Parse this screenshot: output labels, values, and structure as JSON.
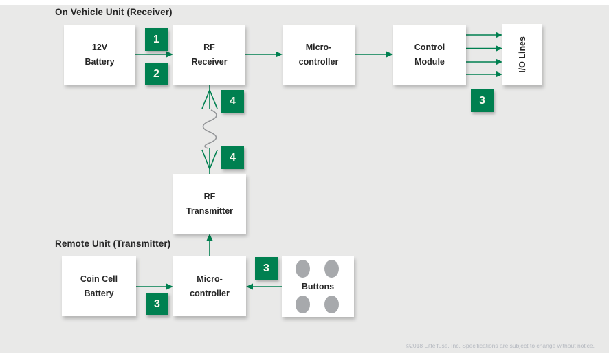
{
  "sections": {
    "receiver_title": "On Vehicle Unit (Receiver)",
    "transmitter_title": "Remote Unit (Transmitter)"
  },
  "blocks": {
    "battery_12v": {
      "line1": "12V",
      "line2": "Battery"
    },
    "rf_receiver": {
      "line1": "RF",
      "line2": "Receiver"
    },
    "micro_top": {
      "line1": "Micro-",
      "line2": "controller"
    },
    "control_module": {
      "line1": "Control",
      "line2": "Module"
    },
    "io_lines": {
      "label": "I/O Lines"
    },
    "rf_transmitter": {
      "line1": "RF",
      "line2": "Transmitter"
    },
    "coin_cell": {
      "line1": "Coin Cell",
      "line2": "Battery"
    },
    "micro_bottom": {
      "line1": "Micro-",
      "line2": "controller"
    },
    "buttons": {
      "label": "Buttons",
      "button_count": 4
    }
  },
  "badges": {
    "top_1": "1",
    "top_2": "2",
    "io_3": "3",
    "rx_antenna_4": "4",
    "tx_antenna_4": "4",
    "coin_3": "3",
    "buttons_3": "3"
  },
  "edges": [
    {
      "from": "battery_12v",
      "to": "rf_receiver",
      "badges": [
        "1",
        "2"
      ]
    },
    {
      "from": "rf_receiver",
      "to": "micro_top"
    },
    {
      "from": "micro_top",
      "to": "control_module"
    },
    {
      "from": "control_module",
      "to": "io_lines",
      "arrows": 4,
      "badges": [
        "3"
      ]
    },
    {
      "from": "rf_transmitter",
      "to": "rf_receiver",
      "type": "wireless",
      "badges": [
        "4",
        "4"
      ]
    },
    {
      "from": "coin_cell",
      "to": "micro_bottom",
      "badges": [
        "3"
      ]
    },
    {
      "from": "buttons",
      "to": "micro_bottom",
      "badges": [
        "3"
      ]
    },
    {
      "from": "micro_bottom",
      "to": "rf_transmitter"
    }
  ],
  "footer": {
    "copyright": "©2018 Littelfuse, Inc. Specifications are subject to change without notice."
  },
  "colors": {
    "accent_green": "#008050",
    "canvas_bg": "#e9e9e8",
    "text_dark": "#262626",
    "badge_text": "#fbf9ee",
    "button_gray": "#a7a9ac",
    "wave_gray": "#939598",
    "footer_gray": "#b5b9c0"
  }
}
